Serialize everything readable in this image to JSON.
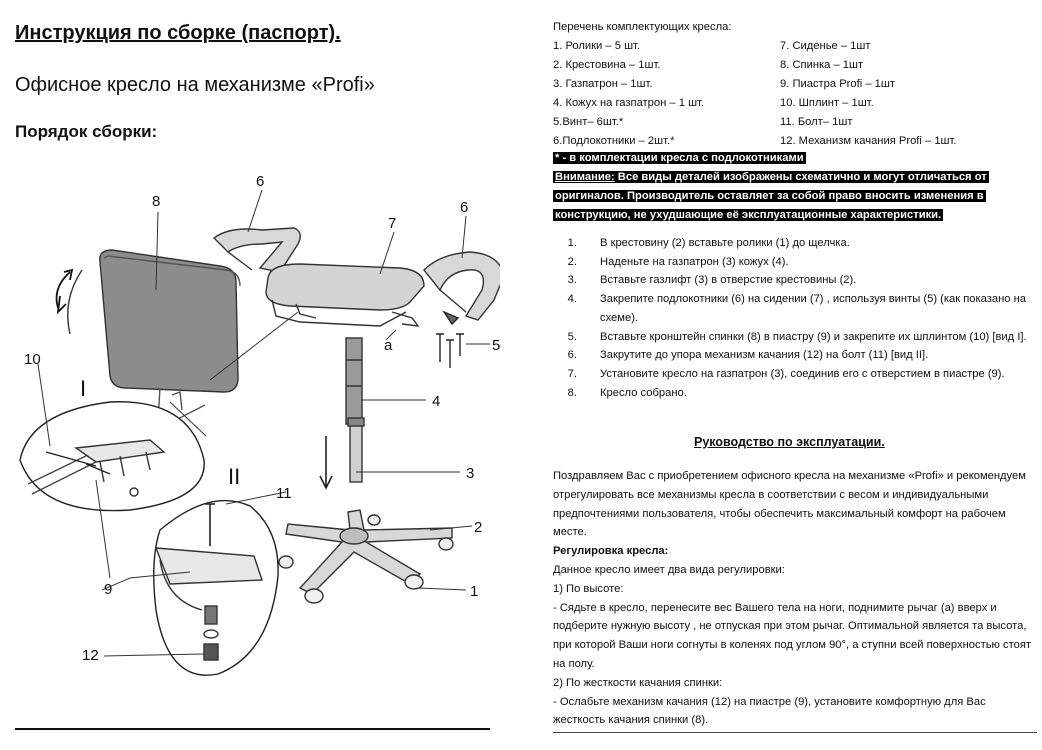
{
  "header": {
    "title": "Инструкция по сборке (паспорт)",
    "title_dot": ".",
    "subtitle": "Офисное кресло на механизме «Profi»",
    "order_title": "Порядок сборки:"
  },
  "diagram": {
    "labels": {
      "l1": "1",
      "l2": "2",
      "l3": "3",
      "l4": "4",
      "l5": "5",
      "l6a": "6",
      "l6b": "6",
      "l7": "7",
      "l8": "8",
      "l9": "9",
      "l10": "10",
      "l11": "11",
      "l12": "12",
      "la": "а",
      "view1": "I",
      "view2": "II"
    }
  },
  "parts": {
    "heading": "Перечень комплектующих кресла:",
    "left": [
      "1. Ролики – 5 шт.",
      "2. Крестовина – 1шт.",
      "3. Газпатрон – 1шт.",
      "4. Кожух на газпатрон – 1 шт.",
      "5.Винт– 6шт.*",
      "6.Подлокотники – 2шт.*"
    ],
    "right": [
      "7. Сиденье – 1шт",
      "8. Спинка – 1шт",
      "9. Пиастра Profi – 1шт",
      "10. Шплинт – 1шт.",
      "11. Болт– 1шт",
      "12. Механизм качания Profi – 1шт."
    ]
  },
  "notes": {
    "asterisk": "* -  в комплектации кресла с подлокотниками",
    "attention_label": "Внимание:",
    "attention_line1": " Все виды деталей изображены схематично и могут отличаться от",
    "attention_line2": "оригиналов.  Производитель оставляет за собой право вносить изменения в",
    "attention_line3": "конструкцию, не ухудшающие её эксплуатационные характеристики."
  },
  "steps": [
    {
      "n": "1.",
      "t": "В крестовину  (2) вставьте ролики  (1) до щелчка."
    },
    {
      "n": "2.",
      "t": "Наденьте на газпатрон (3) кожух (4)."
    },
    {
      "n": "3.",
      "t": "Вставьте газлифт (3) в отверстие  крестовины (2)."
    },
    {
      "n": "4.",
      "t": "Закрепите подлокотники (6) на сидении (7)  , используя  винты (5) (как показано на схеме)."
    },
    {
      "n": "5.",
      "t": "Вставьте кронштейн спинки (8) в пиастру (9) и закрепите их шплинтом (10) [вид I]."
    },
    {
      "n": "6.",
      "t": "Закрутите до упора механизм качания (12) на болт (11) [вид II]."
    },
    {
      "n": "7.",
      "t": "Установите кресло на газпатрон (3), соединив его  с отверстием в пиастре (9)."
    },
    {
      "n": "8.",
      "t": "Кресло собрано."
    }
  ],
  "manual": {
    "title": "Руководство по эксплуатации.",
    "intro": "Поздравляем Вас с приобретением офисного кресла на механизме «Profi» и рекомендуем отрегулировать все механизмы кресла в соответствии с весом и индивидуальными предпочтениями пользователя, чтобы обеспечить максимальный комфорт на рабочем месте.",
    "adjust_heading": "Регулировка кресла:",
    "adjust_intro": "Данное кресло имеет два вида регулировки:",
    "height_heading": "1) По высоте:",
    "height_text": "- Сядьте в кресло, перенесите вес Вашего тела на ноги, поднимите рычаг (а) вверх и подберите нужную высоту , не отпуская при этом рычаг. Оптимальной является та высота, при которой Ваши ноги согнуты в коленях под углом 90°, а ступни всей поверхностью стоят на полу.",
    "tilt_heading": "2) По жесткости качания  спинки:",
    "tilt_text": "- Ослабьте механизм качания (12) на пиастре (9), установите комфортную для Вас жесткость качания спинки (8)."
  }
}
